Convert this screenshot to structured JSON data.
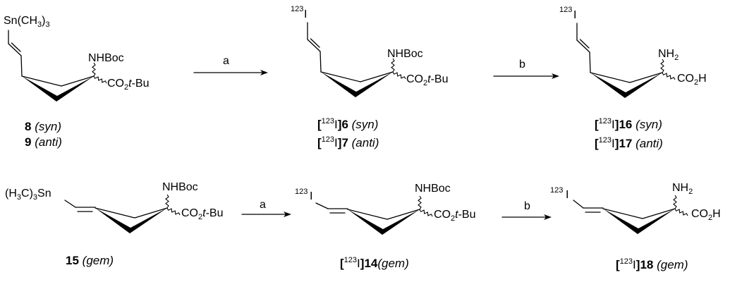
{
  "reagents": {
    "a": "a",
    "b": "b"
  },
  "top_row": {
    "c8": {
      "vinyl_group": "Sn(CH3)3",
      "amine": "NHBoc",
      "acid": "CO2t-Bu",
      "labels": [
        {
          "number": "8",
          "config": "(syn)"
        },
        {
          "number": "9",
          "config": "(anti)"
        }
      ]
    },
    "c6": {
      "isotope": "123",
      "element": "I",
      "amine": "NHBoc",
      "acid": "CO2t-Bu",
      "labels": [
        {
          "isotope": "123",
          "element": "I",
          "number": "6",
          "config": "(syn)"
        },
        {
          "isotope": "123",
          "element": "I",
          "number": "7",
          "config": "(anti)"
        }
      ]
    },
    "c16": {
      "isotope": "123",
      "element": "I",
      "amine": "NH2",
      "acid": "CO2H",
      "labels": [
        {
          "isotope": "123",
          "element": "I",
          "number": "16",
          "config": "(syn)"
        },
        {
          "isotope": "123",
          "element": "I",
          "number": "17",
          "config": "(anti)"
        }
      ]
    }
  },
  "bottom_row": {
    "c15": {
      "vinyl_group": "(H3C)3Sn",
      "amine": "NHBoc",
      "acid": "CO2t-Bu",
      "label": {
        "number": "15",
        "config": "(gem)"
      }
    },
    "c14": {
      "isotope": "123",
      "element": "I",
      "amine": "NHBoc",
      "acid": "CO2t-Bu",
      "label": {
        "isotope": "123",
        "element": "I",
        "number": "14",
        "config": "(gem)"
      }
    },
    "c18": {
      "isotope": "123",
      "element": "I",
      "amine": "NH2",
      "acid": "CO2H",
      "label": {
        "isotope": "123",
        "element": "I",
        "number": "18",
        "config": "(gem)"
      }
    }
  }
}
